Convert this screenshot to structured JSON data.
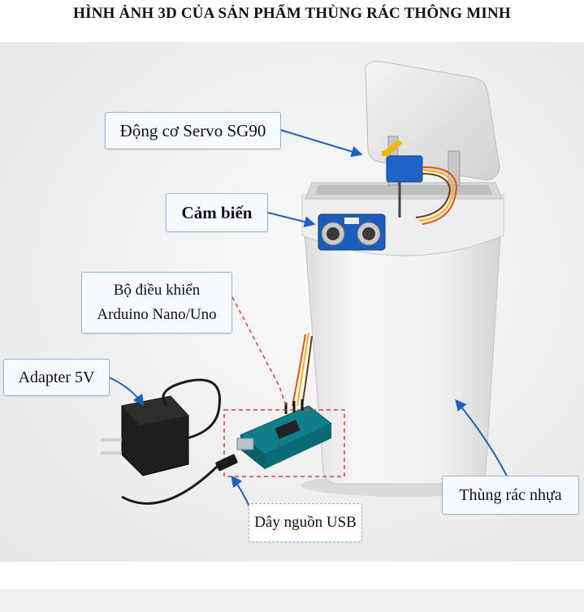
{
  "title": "HÌNH ẢNH 3D CỦA SẢN PHẨM THÙNG RÁC THÔNG MINH",
  "labels": {
    "servo": "Động cơ Servo SG90",
    "sensor": "Cảm biến",
    "controller_line1": "Bộ điều khiển",
    "controller_line2": "Arduino Nano/Uno",
    "adapter": "Adapter 5V",
    "usb_cable": "Dây nguồn USB",
    "bin": "Thùng rác nhựa"
  },
  "colors": {
    "arrow": "#1f5fbf",
    "dashed_highlight": "#e23b3b",
    "label_border": "#8fb6dc",
    "bin_body": "#f1f1f1",
    "board": "#0f7f8c",
    "servo": "#1e63c8"
  }
}
